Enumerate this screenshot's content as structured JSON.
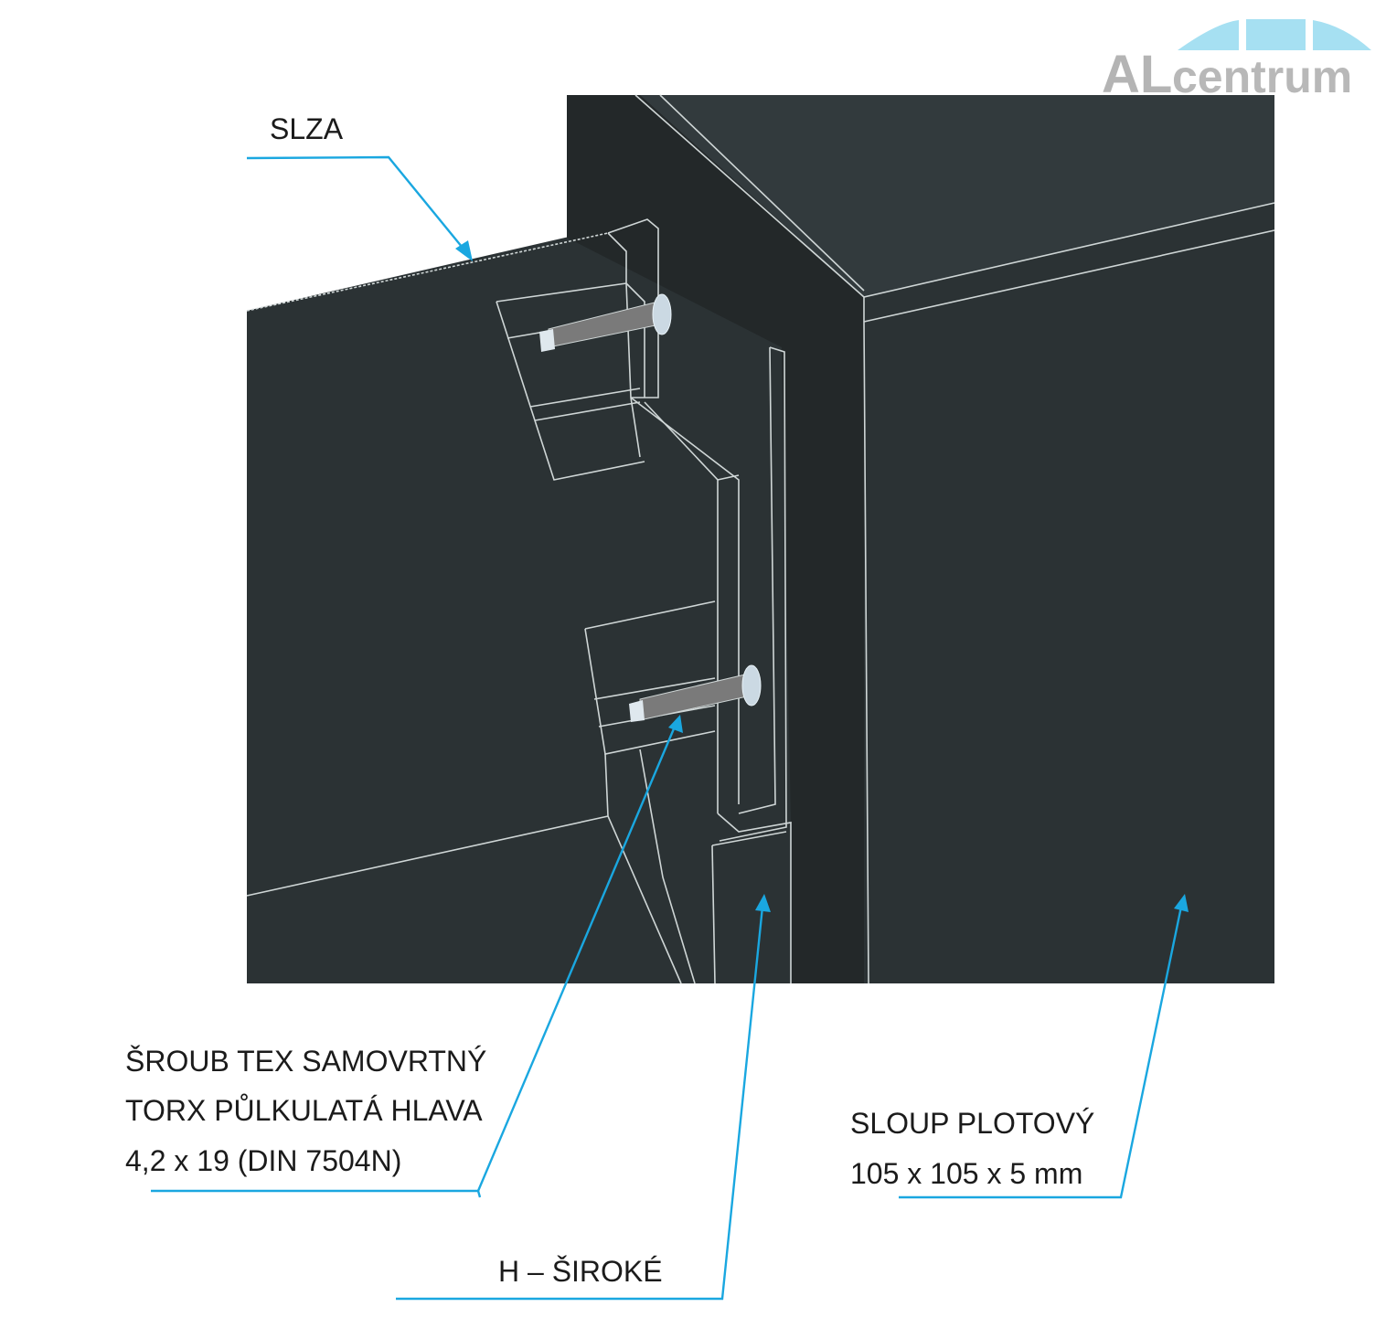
{
  "logo": {
    "text_al": "AL",
    "text_rest": "centrum"
  },
  "labels": {
    "slza": "SLZA",
    "screw_line1": "ŠROUB TEX SAMOVRTNÝ",
    "screw_line2": "TORX PŮLKULATÁ HLAVA",
    "screw_line3": "4,2 x 19 (DIN 7504N)",
    "h_profile": "H – ŠIROKÉ",
    "post_line1": "SLOUP PLOTOVÝ",
    "post_line2": "105 x 105 x 5 mm"
  },
  "colors": {
    "leader": "#1aa7e0",
    "model_bg": "#2b3234",
    "edge": "#cfd6d6",
    "logo_gray": "#b4b4b4",
    "logo_blue": "#a6e0f2"
  }
}
